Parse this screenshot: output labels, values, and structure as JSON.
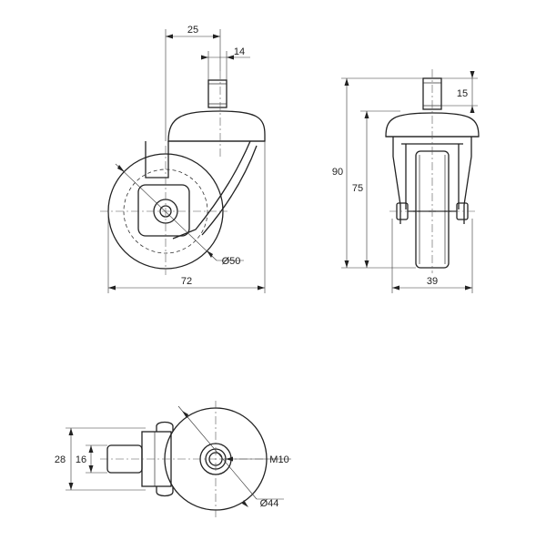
{
  "drawing": {
    "line_color": "#222222",
    "background": "#ffffff",
    "side_view": {
      "dims": {
        "mount_offset": "25",
        "stem_width": "14",
        "wheel_diameter": "Ø50",
        "overall_width": "72"
      }
    },
    "front_view": {
      "dims": {
        "overall_height": "90",
        "wheel_top_height": "75",
        "stem_length": "15",
        "wheel_width": "39"
      }
    },
    "bottom_view": {
      "dims": {
        "overall_depth": "28",
        "stem_depth": "16",
        "thread": "M10",
        "plate_diameter": "Ø44"
      }
    }
  }
}
